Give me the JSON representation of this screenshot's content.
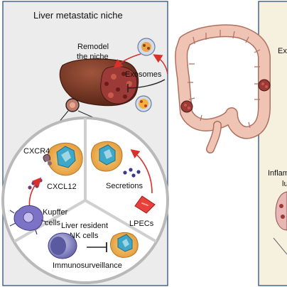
{
  "panels": {
    "left": {
      "title": "Liver metastatic niche",
      "bg_color": "#ececec",
      "border_color": "#3a5a8a"
    },
    "right": {
      "title_fragment": "Ex",
      "label_fragment_1": "Inflam",
      "label_fragment_2": "lu",
      "bg_color": "#f6f0df",
      "border_color": "#3a5a8a"
    }
  },
  "labels": {
    "remodel": "Remodel",
    "the_niche": "the niche",
    "exosomes": "Exosomes",
    "cxcr4": "CXCR4",
    "cxcl12": "CXCL12",
    "secretions": "Secretions",
    "kupffer": "Kupffer",
    "cells": "cells",
    "lpecs": "LPECs",
    "nk_line1": "Liver resident",
    "nk_line2": "NK cells",
    "immunosurveillance": "Immunosurveillance"
  },
  "colors": {
    "liver": "#7a3b2a",
    "tumor": "#9b3a36",
    "colon": "#f0c4b4",
    "colon_outline": "#b07060",
    "tumor_cell": "#f1bb57",
    "tumor_nucleus": "#3fa7c7",
    "kupffer": "#7d73c6",
    "lpec": "#e8403a",
    "nk_cell": "#8b89c4",
    "arrow_red": "#d9302a"
  }
}
